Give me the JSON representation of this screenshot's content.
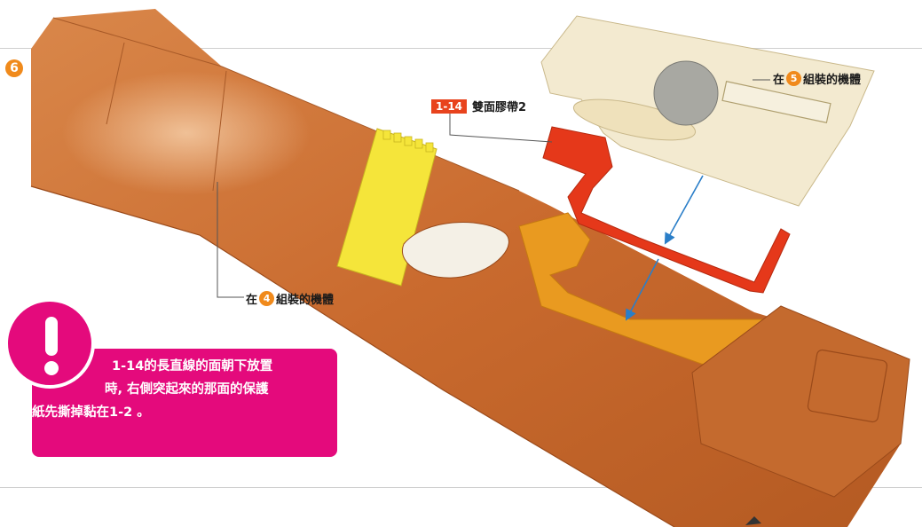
{
  "step": {
    "number": "6"
  },
  "labels": {
    "body_from_5": {
      "prefix": "在",
      "num": "5",
      "suffix": "組裝的機體"
    },
    "body_from_4": {
      "prefix": "在",
      "num": "4",
      "suffix": "組裝的機體"
    },
    "tape": {
      "code": "1-14",
      "name": "雙面膠帶2"
    }
  },
  "note": {
    "line1": "1-14的長直線的面朝下放置",
    "line2": "時, 右側突起來的那面的保護",
    "line3": "紙先撕掉黏在1-2 。"
  },
  "colors": {
    "fuselage": "#c96a2e",
    "fuselage_light": "#e29a5e",
    "panel_yellow": "#f5e53a",
    "tape_red": "#e5381a",
    "tape_orange": "#e99a20",
    "upper_part": "#f3ead0",
    "arrow": "#2a7ec8",
    "note_magenta": "#e40a7c",
    "badge_orange": "#f08a1c"
  }
}
